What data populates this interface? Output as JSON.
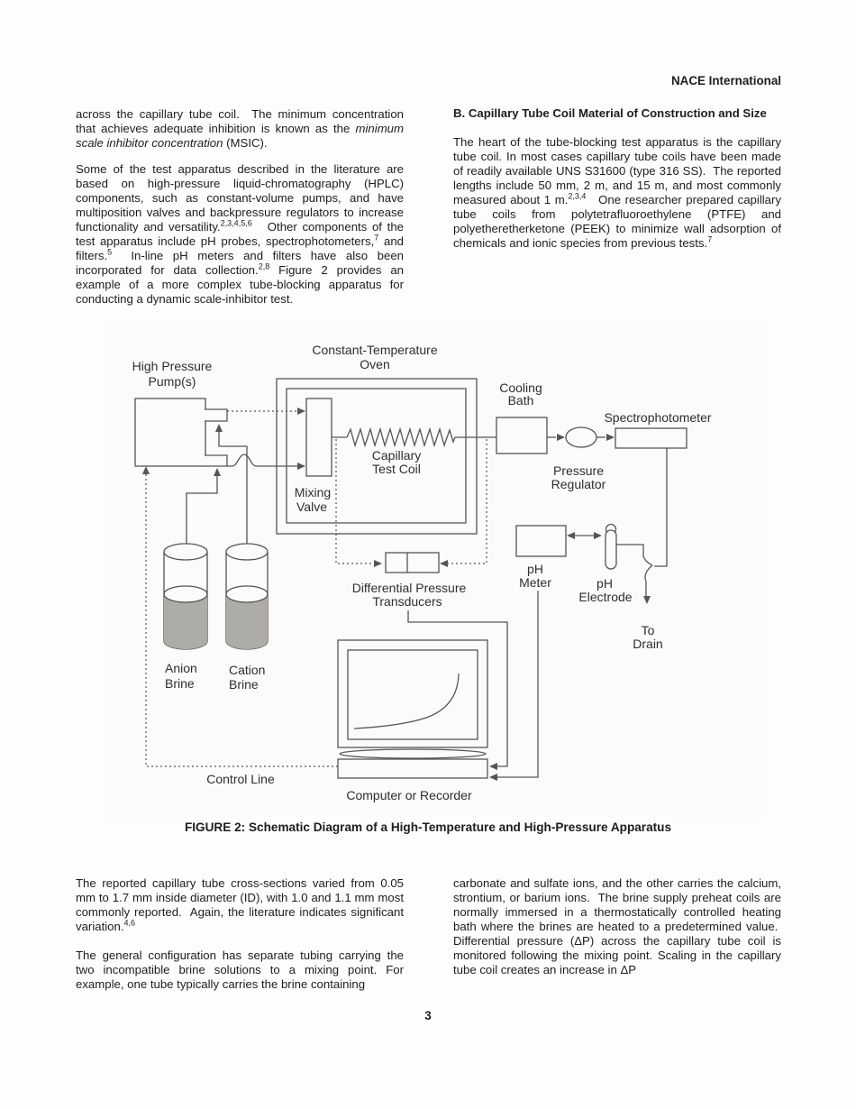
{
  "page": {
    "header": "NACE International",
    "page_number": "3",
    "caption": "FIGURE 2: Schematic Diagram of a High-Temperature and High-Pressure Apparatus"
  },
  "colors": {
    "text": "#1d1d1d",
    "diagram_line": "#555555",
    "brine_fill": "#aeaca9"
  },
  "columns": {
    "left_top": {
      "p1_html": "across the capillary tube coil.  The minimum concentration that achieves adequate inhibition is known as the <i>minimum scale inhibitor concentration</i> (MSIC).",
      "p2_html": "Some of the test apparatus described in the literature are based on high-pressure liquid-chromatography (HPLC) components, such as constant-volume pumps, and have multiposition valves and backpressure regulators to increase functionality and versatility.<sup>2,3,4,5,6</sup>   Other components of the test apparatus include pH probes, spectrophotometers,<sup>7</sup> and filters.<sup>5</sup>  In-line pH meters and filters have also been incorporated for data collection.<sup>2,8</sup> Figure 2 provides an example of a more complex tube-blocking apparatus for conducting a dynamic scale-inhibitor test."
    },
    "right_top": {
      "heading": "B. Capillary Tube Coil Material of Construction and Size",
      "p1_html": "The heart of the tube-blocking test apparatus is the capillary tube coil. In most cases capillary tube coils have been made of readily available UNS S31600 (type 316 SS).  The reported lengths include 50 mm, 2 m, and 15 m, and most commonly measured about 1 m.<sup>2,3,4</sup>   One researcher prepared capillary tube coils from polytetrafluoroethylene (PTFE) and polyetheretherketone (PEEK) to minimize wall adsorption of chemicals and ionic species from previous tests.<sup>7</sup>"
    },
    "left_bottom": {
      "p1_html": "The reported capillary tube cross-sections varied from 0.05 mm to 1.7 mm inside diameter (ID), with 1.0 and 1.1 mm most commonly reported.  Again, the literature indicates significant variation.<sup>4,6</sup>",
      "p2_html": "The general configuration has separate tubing carrying the two incompatible brine solutions to a mixing point. For example, one tube typically carries the brine containing"
    },
    "right_bottom": {
      "p1_html": "carbonate and sulfate ions, and the other carries the calcium, strontium, or barium ions.  The brine supply preheat coils are normally immersed in a thermostatically controlled heating bath where the brines are heated to a predetermined value.  Differential pressure (ΔP) across the capillary tube coil is monitored following the mixing point. Scaling in the capillary tube coil creates an increase in ΔP"
    }
  },
  "diagram": {
    "labels": {
      "pump_line1": "High Pressure",
      "pump_line2": "Pump(s)",
      "oven_line1": "Constant-Temperature",
      "oven_line2": "Oven",
      "coil_line1": "Capillary",
      "coil_line2": "Test Coil",
      "mixing_line1": "Mixing",
      "mixing_line2": "Valve",
      "cooling_line1": "Cooling",
      "cooling_line2": "Bath",
      "spectrophotometer": "Spectrophotometer",
      "regulator_line1": "Pressure",
      "regulator_line2": "Regulator",
      "ph_meter_line1": "pH",
      "ph_meter_line2": "Meter",
      "ph_electrode_line1": "pH",
      "ph_electrode_line2": "Electrode",
      "drain_line1": "To",
      "drain_line2": "Drain",
      "transducer_line1": "Differential Pressure",
      "transducer_line2": "Transducers",
      "anion_line1": "Anion",
      "anion_line2": "Brine",
      "cation_line1": "Cation",
      "cation_line2": "Brine",
      "control_line": "Control Line",
      "computer": "Computer or Recorder"
    }
  }
}
